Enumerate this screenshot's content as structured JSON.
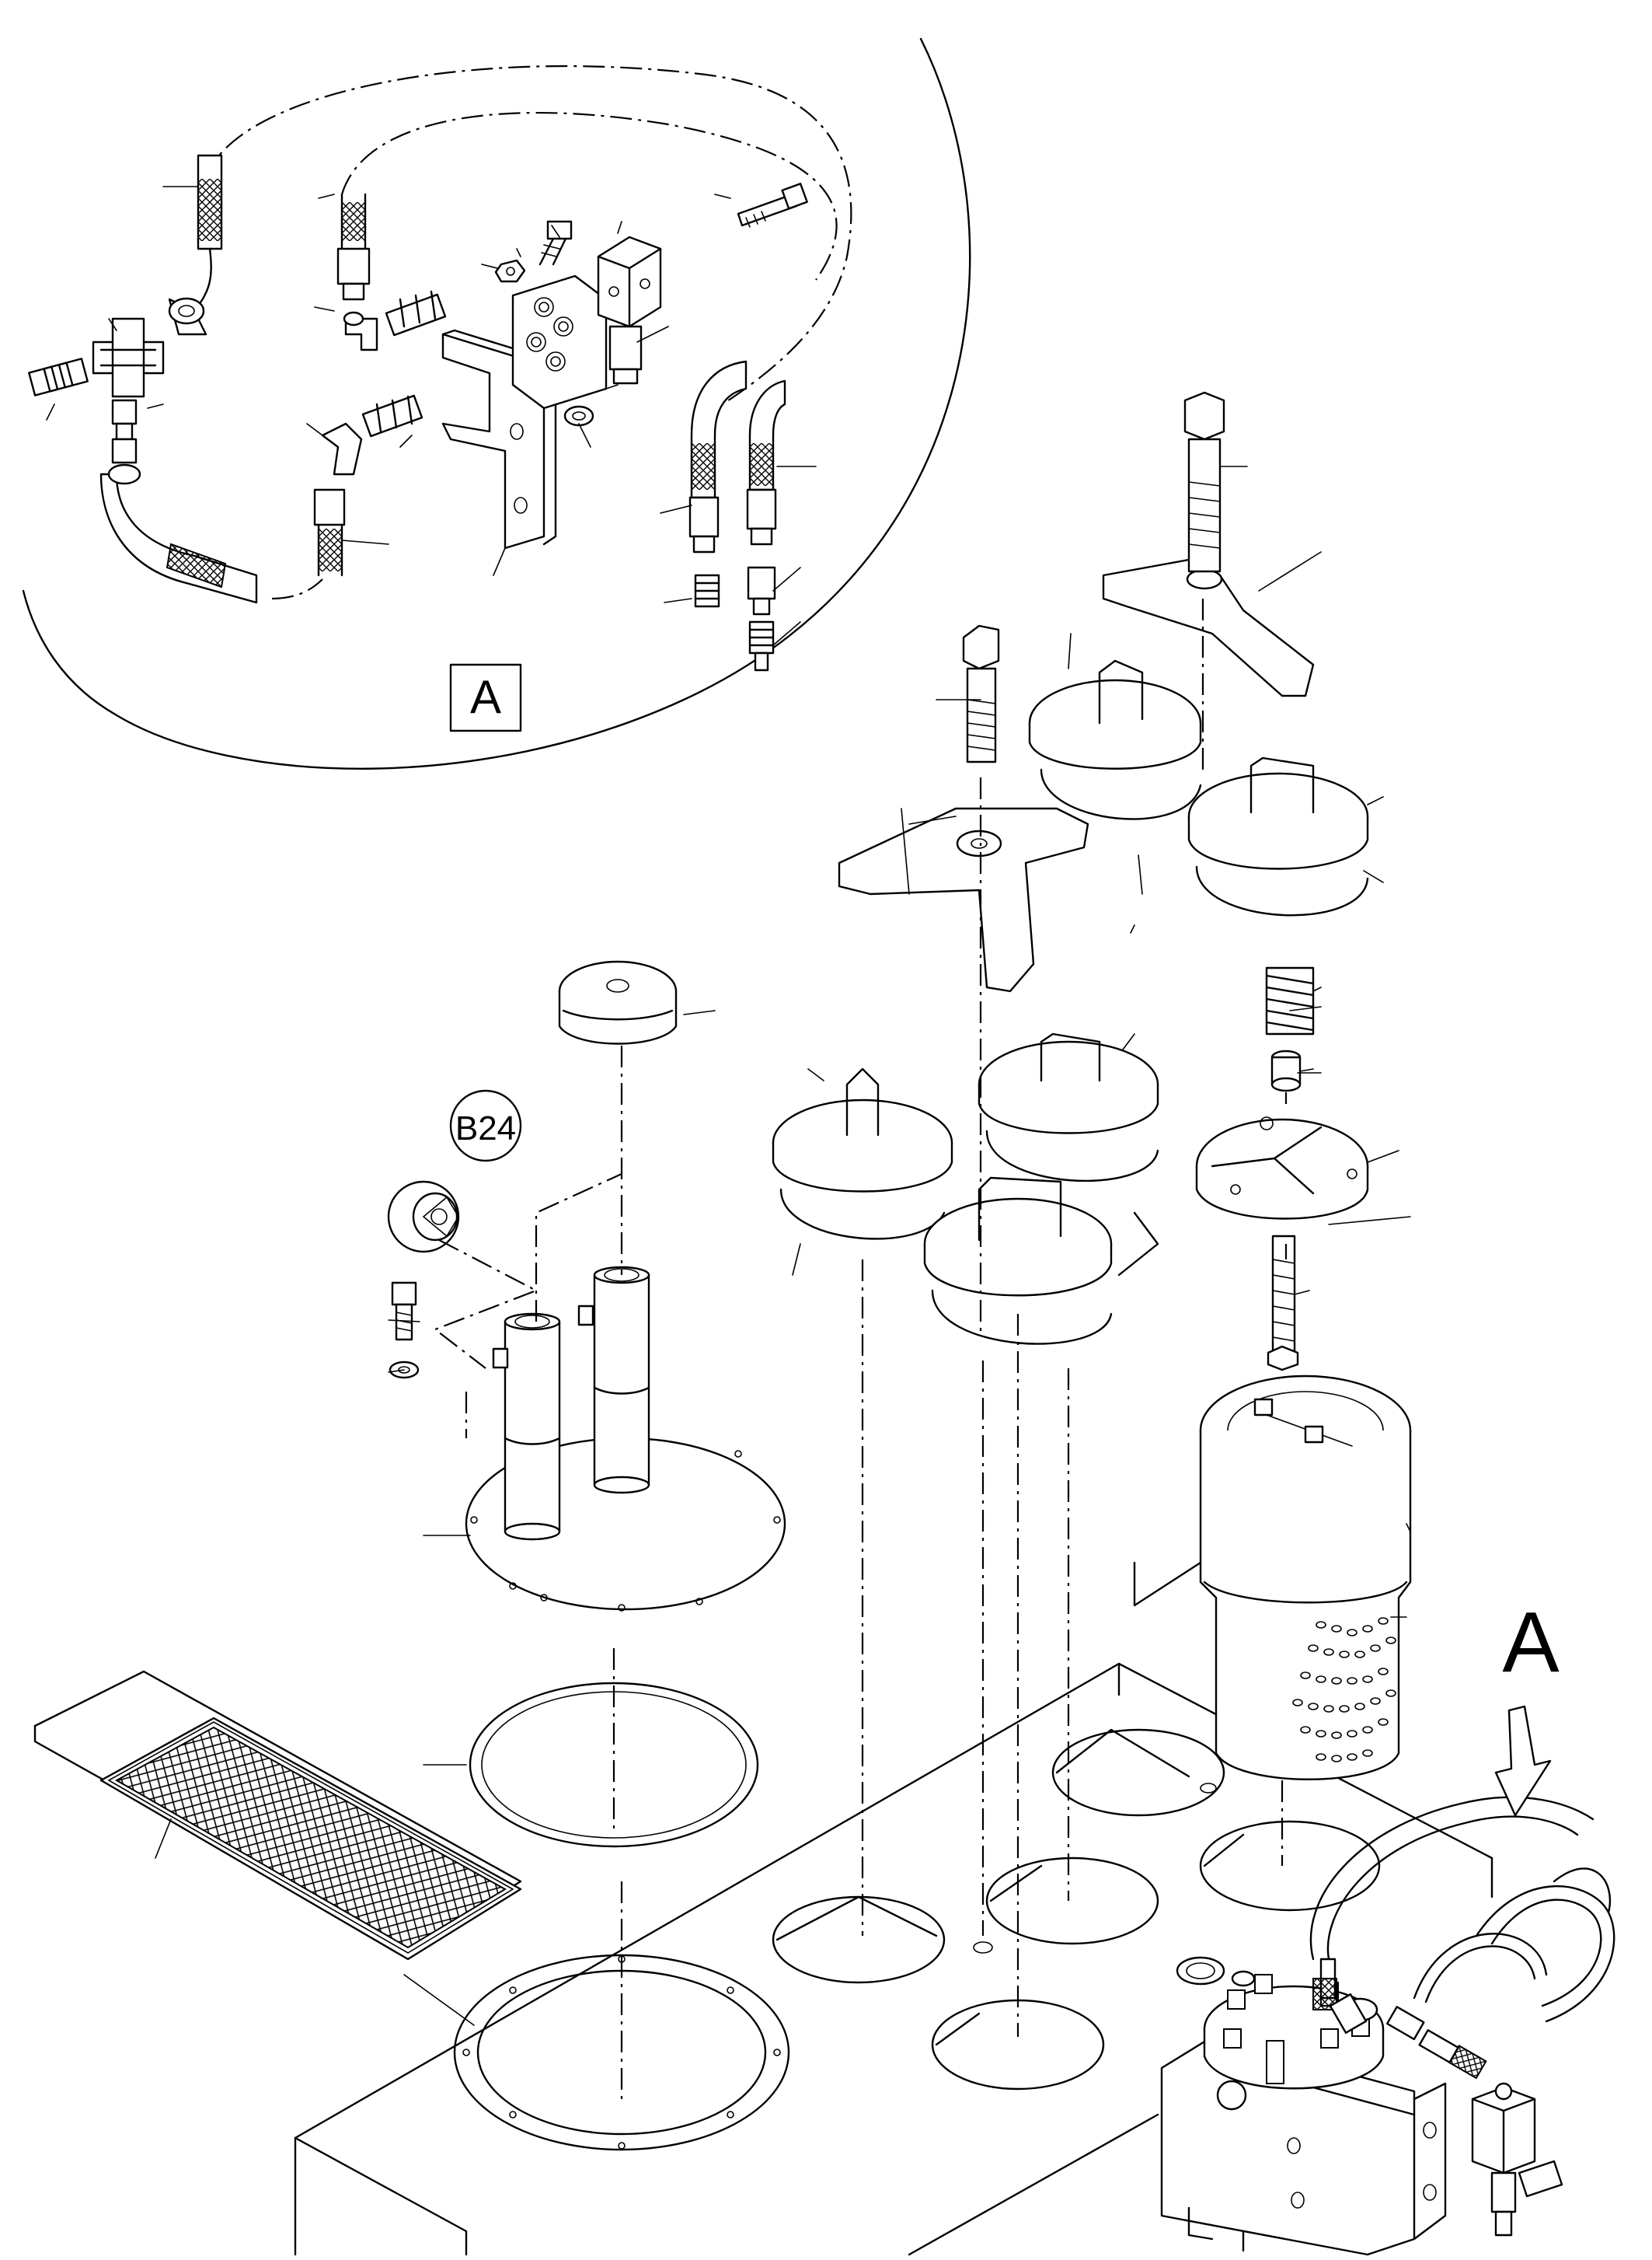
{
  "diagram": {
    "detail_box_label": "A",
    "callout_circle_label": "B24",
    "view_arrow_label": "A"
  }
}
